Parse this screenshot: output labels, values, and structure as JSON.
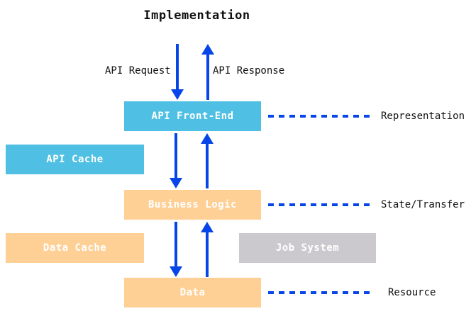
{
  "diagram": {
    "title": "Implementation",
    "flow_labels": {
      "request": "API Request",
      "response": "API Response"
    },
    "nodes": {
      "api_front_end": "API Front-End",
      "api_cache": "API Cache",
      "business_logic": "Business Logic",
      "data_cache": "Data Cache",
      "job_system": "Job System",
      "data": "Data"
    },
    "layer_labels": {
      "representation": "Representation",
      "state_transfer": "State/Transfer",
      "resource": "Resource"
    },
    "colors": {
      "cyan": "#4FC0E3",
      "peach": "#FFD096",
      "gray": "#CCC9CE",
      "arrow_blue": "#0645E8"
    }
  }
}
